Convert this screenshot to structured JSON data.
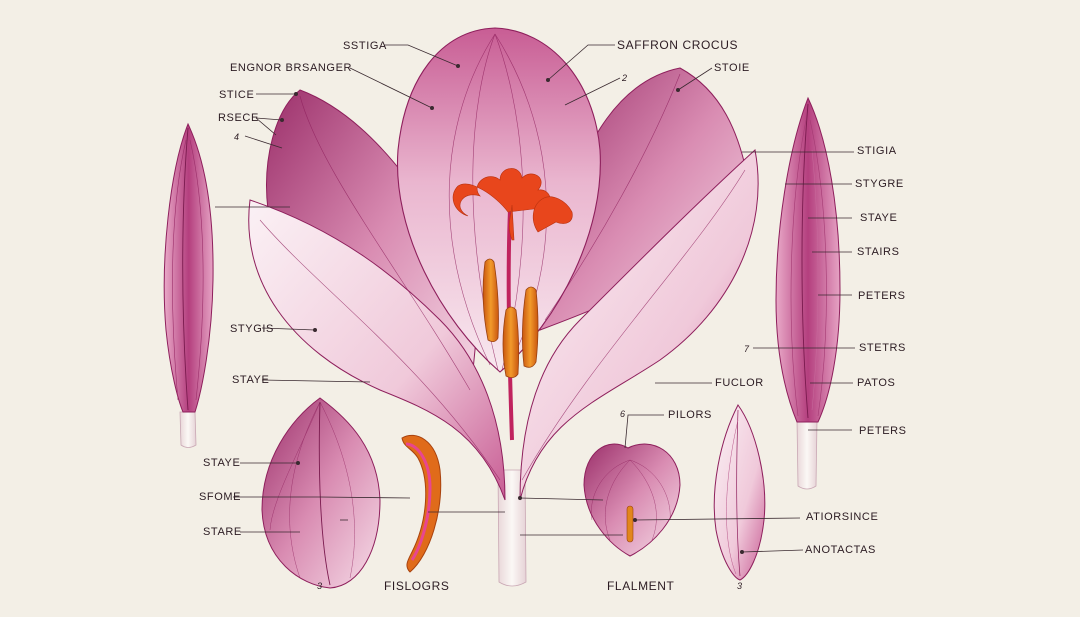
{
  "labels": {
    "sstiga": "SSTIGA",
    "saffron_crocus": "SAFFRON CROCUS",
    "engnor_brsanger": "ENGNOR BRSANGER",
    "stoie": "STOIE",
    "stice": "STICE",
    "rsece": "RSECE",
    "n4": "4",
    "n2": "2",
    "stigia": "STIGIA",
    "stygre": "STYGRE",
    "staye_right": "STAYE",
    "stairs": "STAIRS",
    "peters_upper": "PETERS",
    "stygis": "STYGIS",
    "n7": "7",
    "stetrs": "STETRS",
    "staye_left": "STAYE",
    "fuclor": "FUCLOR",
    "patos": "PATOS",
    "n6": "6",
    "pilors": "PILORS",
    "peters_lower": "PETERS",
    "staye_bottom": "STAYE",
    "sfome": "SFOME",
    "stare": "STARE",
    "atiorsince": "ATIORSINCE",
    "anotactas": "ANOTACTAS",
    "n3_left": "3",
    "fislogrs": "FISLOGRS",
    "flalment": "FLALMENT",
    "n3_right": "3"
  },
  "colors": {
    "background": "#f3efe6",
    "petal_light": "#f6dde8",
    "petal_mid": "#d98cb2",
    "petal_dark": "#8e1f5c",
    "stigma": "#e8461c",
    "anther": "#e2861c",
    "stem": "#f4eee8",
    "leader_line": "#3a2a30"
  }
}
